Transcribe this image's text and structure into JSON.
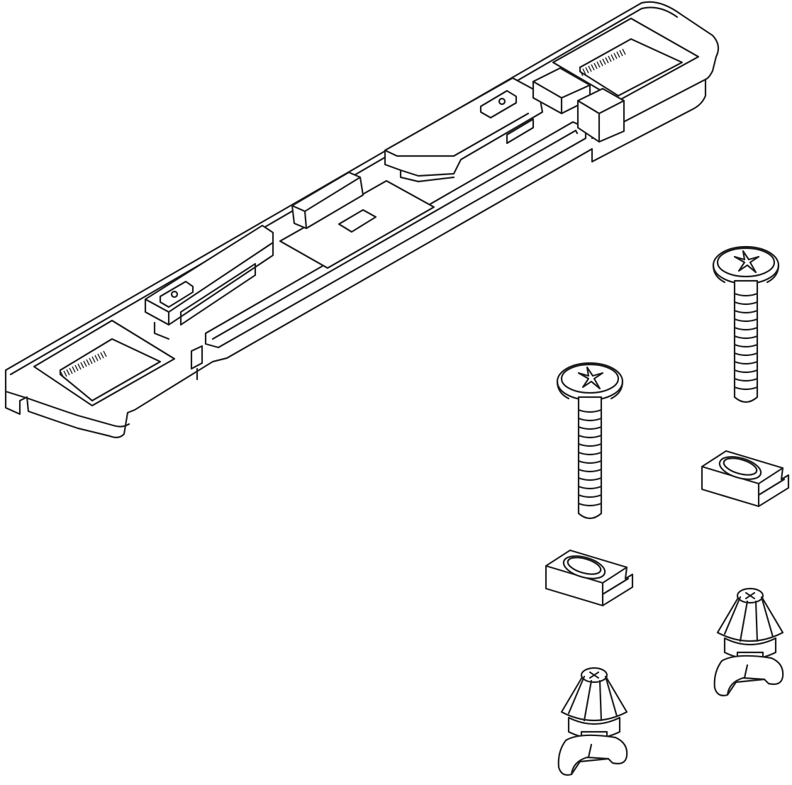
{
  "figure": {
    "kind": "exploded parts line drawing",
    "parts": [
      {
        "name": "mounting-rail",
        "count": 1
      },
      {
        "name": "screw",
        "count": 2
      },
      {
        "name": "clip-washer",
        "count": 2
      },
      {
        "name": "conical-anchor",
        "count": 2
      }
    ],
    "colors": {
      "line": "#1a1a1a",
      "background": "#ffffff"
    }
  }
}
